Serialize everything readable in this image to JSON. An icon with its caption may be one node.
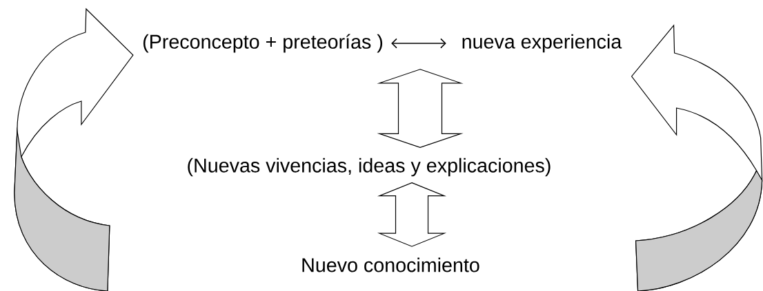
{
  "diagram": {
    "nodes": [
      {
        "text": [
          "(Preconcepto + preteorías )"
        ]
      },
      {
        "text": [
          "nueva experiencia"
        ]
      },
      {
        "text": [
          "(Nuevas vivencias, ideas y explicaciones)"
        ]
      },
      {
        "text": [
          "Nuevo conocimiento"
        ]
      }
    ],
    "edges": [
      {
        "from": 0,
        "to": 1,
        "arrow": "both"
      },
      {
        "from": 0,
        "to": 2,
        "arrow": "both"
      },
      {
        "from": 2,
        "to": 3,
        "arrow": "both"
      },
      {
        "from": null,
        "to": 0,
        "arrow": "to"
      },
      {
        "from": null,
        "to": 1,
        "arrow": "to"
      }
    ]
  }
}
